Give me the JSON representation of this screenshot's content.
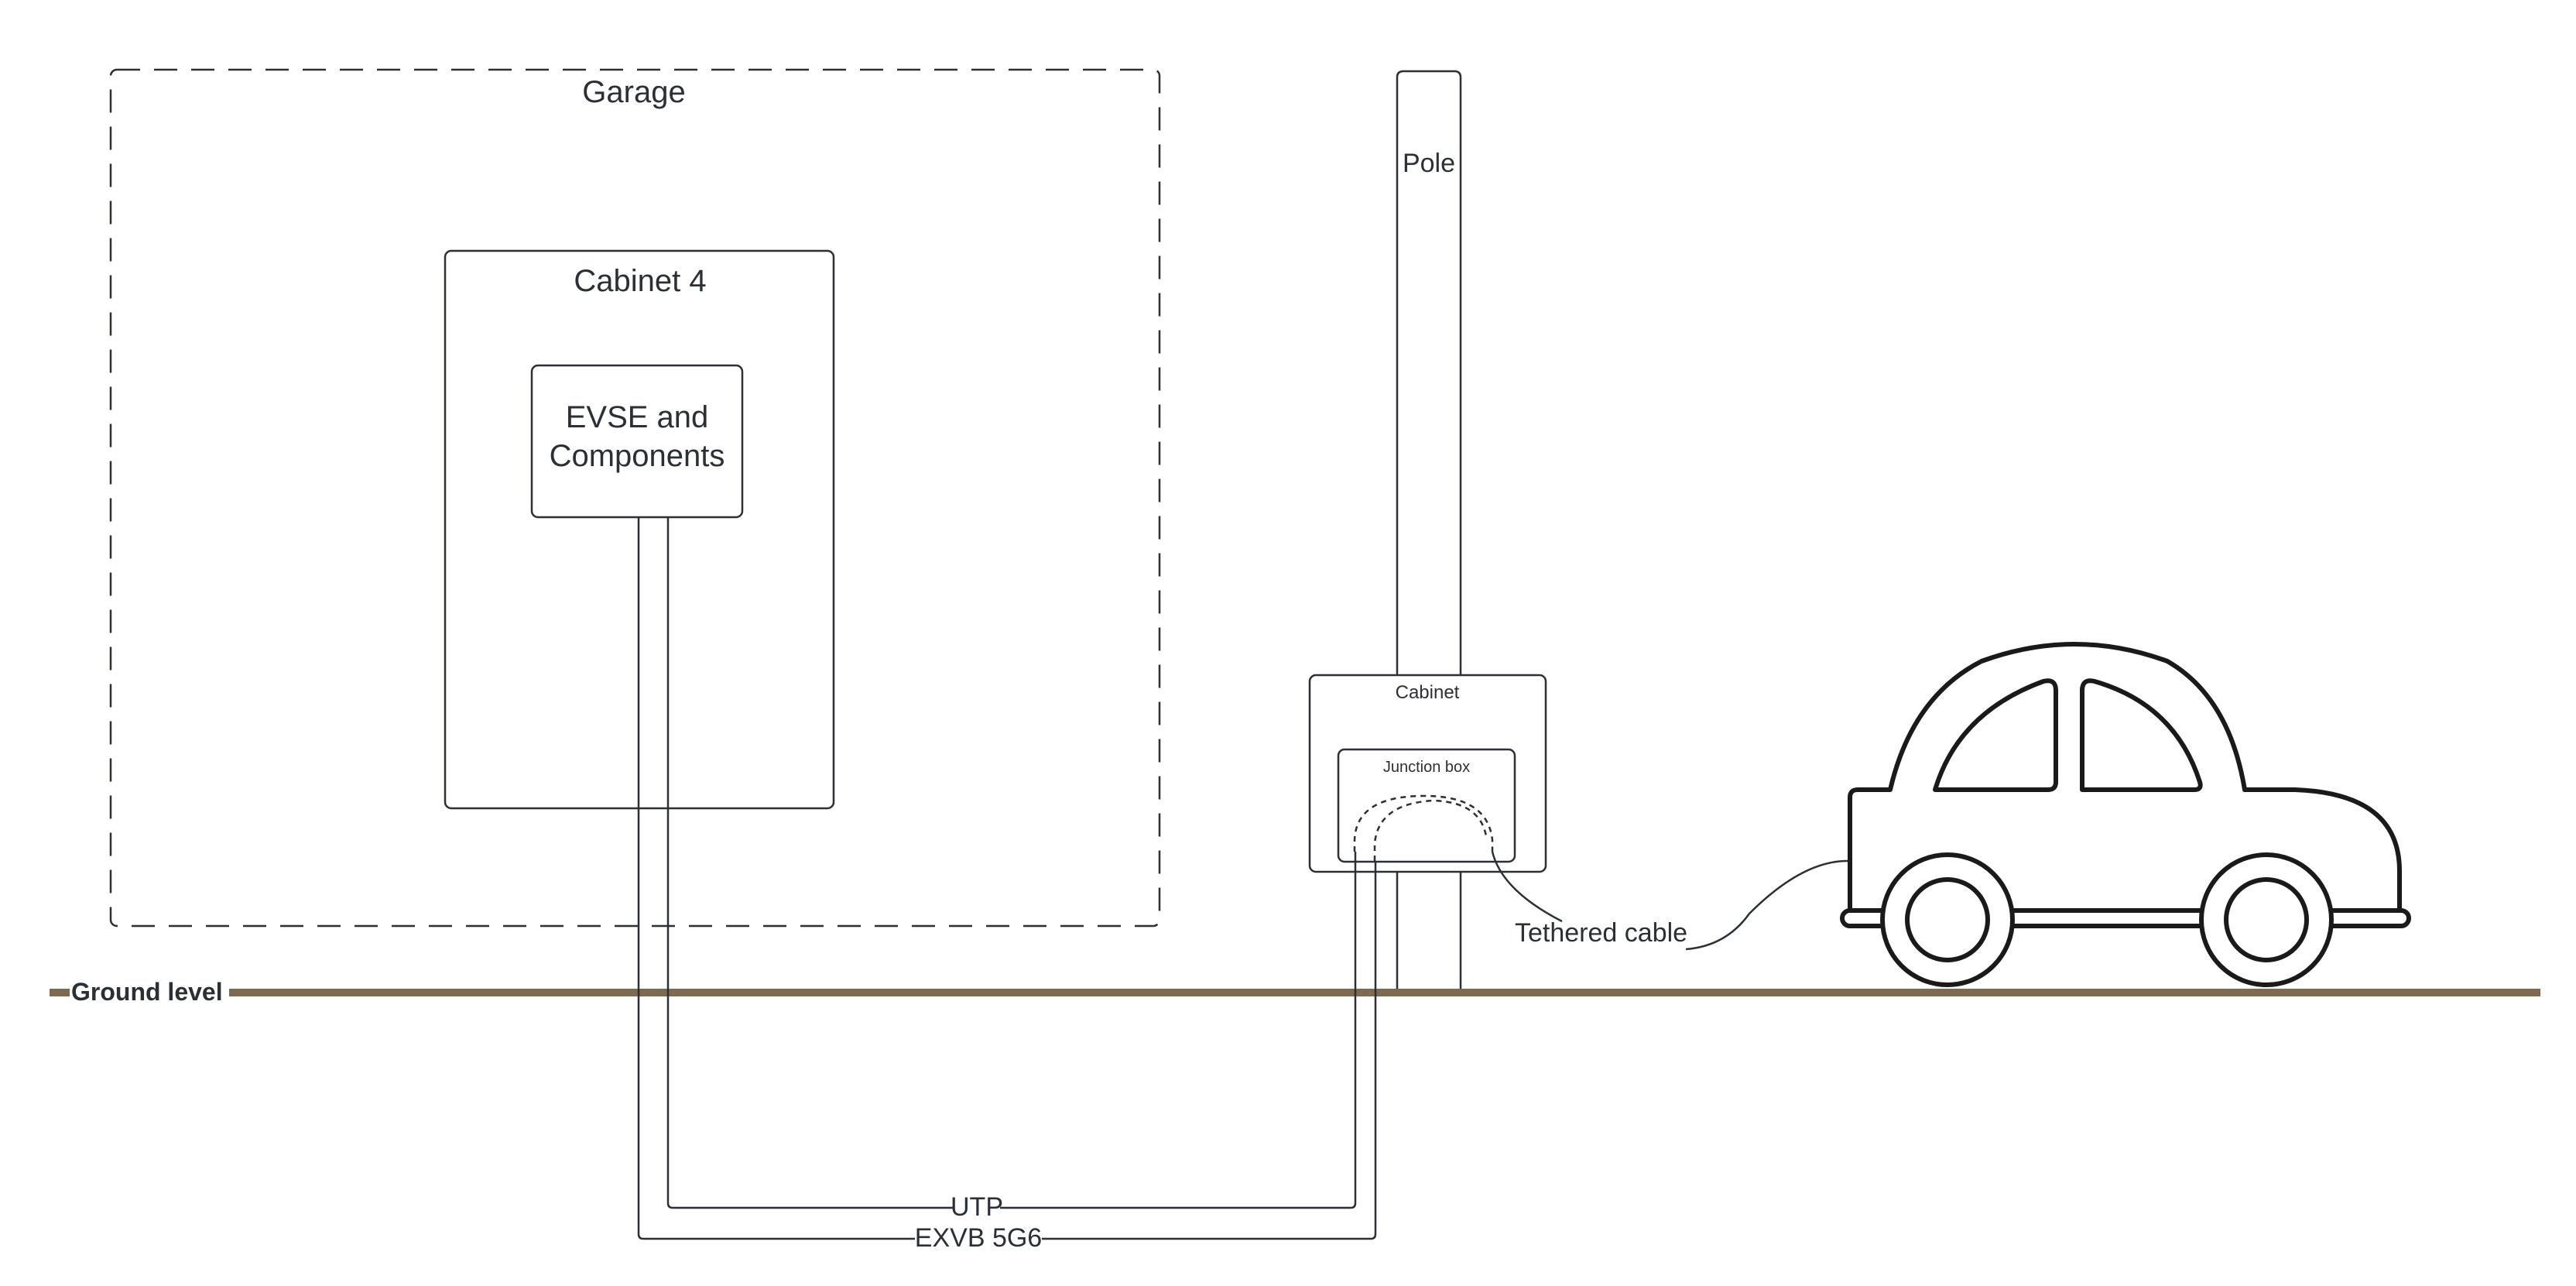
{
  "labels": {
    "garage": "Garage",
    "cabinet4": "Cabinet 4",
    "evse_line1": "EVSE and",
    "evse_line2": "Components",
    "pole": "Pole",
    "cabinet": "Cabinet",
    "junction_box": "Junction box",
    "tethered_cable": "Tethered cable",
    "ground_level": "Ground level",
    "utp": "UTP",
    "exvb": "EXVB 5G6"
  },
  "colors": {
    "line": "#2b2f36",
    "ground": "#7d6a50",
    "background": "#ffffff"
  },
  "icons": {
    "vehicle": "car-icon"
  }
}
